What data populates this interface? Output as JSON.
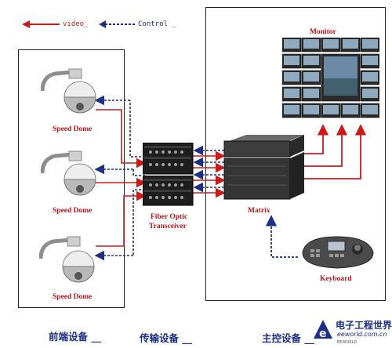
{
  "legend": {
    "video_label": "video",
    "control_label": "Control",
    "video_color": "#cc1a1a",
    "control_color": "#1c2f86"
  },
  "devices": {
    "camera_label": "Speed Dome",
    "camera_count": 3,
    "transceiver_label_line1": "Fiber Optic",
    "transceiver_label_line2": "Transceiver",
    "matrix_label": "Matrix",
    "monitor_label": "Monitor",
    "keyboard_label": "Keyboard"
  },
  "sections": {
    "front_end": "前端设备",
    "transmission": "传输设备",
    "control": "主控设备"
  },
  "watermark": {
    "brand_cn": "电子工程世界",
    "brand_url": "eeworld.com.cn",
    "brand_sub": "EEWORLD"
  }
}
